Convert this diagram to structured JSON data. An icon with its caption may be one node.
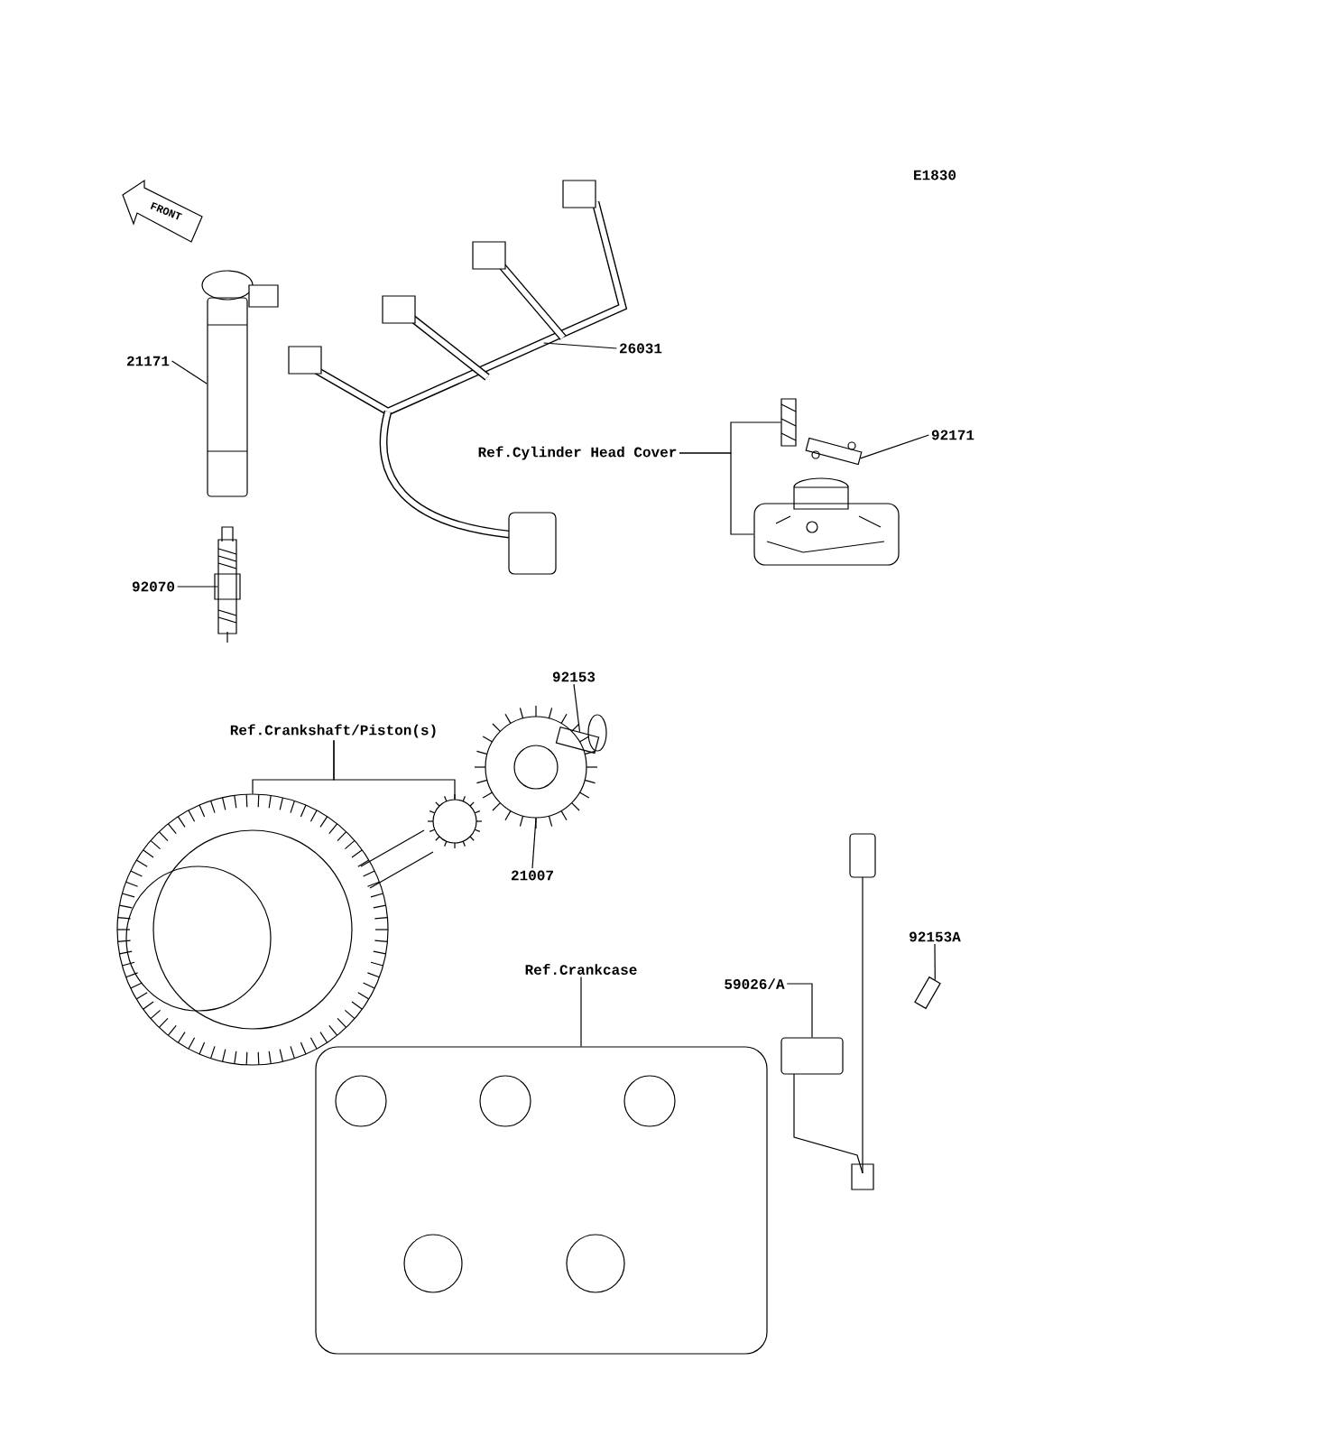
{
  "diagram": {
    "nodes": [
      {
        "text": [
          "21171"
        ]
      },
      {
        "text": [],
        "shape": "picture"
      },
      {
        "text": [
          "92070"
        ]
      },
      {
        "text": [],
        "shape": "picture"
      },
      {
        "text": [
          "26031"
        ]
      },
      {
        "text": [],
        "shape": "picture"
      },
      {
        "text": [
          "Ref.Cylinder Head Cover"
        ]
      },
      {
        "text": [],
        "shape": "picture"
      },
      {
        "text": [],
        "shape": "picture"
      },
      {
        "text": [
          "92171"
        ]
      },
      {
        "text": [],
        "shape": "picture"
      },
      {
        "text": [
          "92153"
        ]
      },
      {
        "text": [],
        "shape": "picture"
      },
      {
        "text": [
          "Ref.Crankshaft/Piston(s)"
        ]
      },
      {
        "text": [],
        "shape": "picture"
      },
      {
        "text": [],
        "shape": "picture"
      },
      {
        "text": [
          "21007"
        ]
      },
      {
        "text": [],
        "shape": "picture"
      },
      {
        "text": [
          "Ref.Crankcase"
        ]
      },
      {
        "text": [],
        "shape": "picture"
      },
      {
        "text": [
          "59026/A"
        ]
      },
      {
        "text": [],
        "shape": "picture"
      },
      {
        "text": [
          "92153A"
        ]
      },
      {
        "text": [],
        "shape": "picture"
      }
    ],
    "edges": [
      {
        "from": 0,
        "to": 1,
        "arrow": "none"
      },
      {
        "from": 2,
        "to": 3,
        "arrow": "none"
      },
      {
        "from": 4,
        "to": 5,
        "arrow": "none"
      },
      {
        "from": 6,
        "to": 7,
        "arrow": "none"
      },
      {
        "from": 6,
        "to": 8,
        "arrow": "none"
      },
      {
        "from": 9,
        "to": 10,
        "arrow": "none"
      },
      {
        "from": 11,
        "to": 12,
        "arrow": "none"
      },
      {
        "from": 13,
        "to": 14,
        "arrow": "none"
      },
      {
        "from": 13,
        "to": 15,
        "arrow": "none"
      },
      {
        "from": 16,
        "to": 17,
        "arrow": "none"
      },
      {
        "from": 18,
        "to": 19,
        "arrow": "none"
      },
      {
        "from": 20,
        "to": 21,
        "arrow": "none"
      },
      {
        "from": 22,
        "to": 23,
        "arrow": "none"
      }
    ],
    "labels": [
      "E1830",
      "FRONT"
    ]
  }
}
